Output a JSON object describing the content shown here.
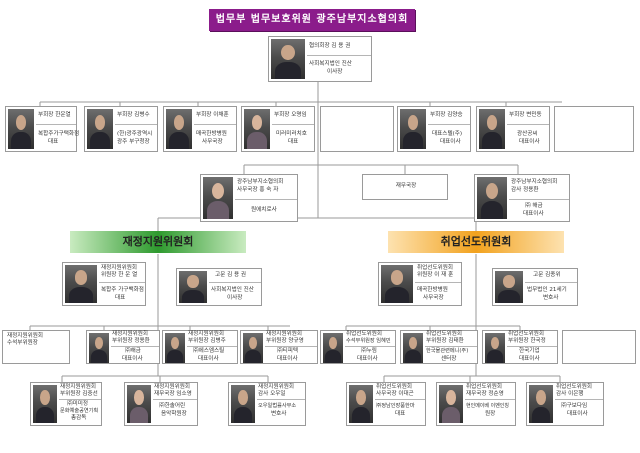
{
  "title": "법무부 법무보호위원 광주남부지소협의회",
  "president": {
    "role": "협의회장 김 용 권",
    "org": "사회복지법인 진산",
    "position": "이사장"
  },
  "vice_presidents": [
    {
      "role": "부회장 한운열",
      "org": "복합주가구택화점",
      "position": "대표"
    },
    {
      "role": "부회장 김병수",
      "org": "(한)광주광역시",
      "position": "광주 부구청장"
    },
    {
      "role": "부회장 이채훈",
      "org": "매곡한방병원",
      "position": "사무국장"
    },
    {
      "role": "부회장 오명임",
      "org": "미러미러치호",
      "position": "대표"
    },
    {
      "role": "부회장 김양승",
      "org": "대표스텔(주)",
      "position": "대표이사"
    },
    {
      "role": "부회장 변민동",
      "org": "광산공씨",
      "position": "대표이사"
    }
  ],
  "secretariat": {
    "head": "광주남부지소협의회",
    "role": "사무국장 홍 숙 자",
    "org": "원에치로사"
  },
  "office": {
    "label": "재무국장"
  },
  "auditor": {
    "head": "광주남부지소협의회",
    "role": "감사 정용환",
    "org": "㈜ 해금",
    "position": "대표이사"
  },
  "committees": {
    "finance": {
      "name": "재정지원위원회",
      "color": "#2e9a2e"
    },
    "employment": {
      "name": "취업선도위원회",
      "color": "#f2a21e"
    }
  },
  "finance_chair": {
    "head": "재정지원위원회",
    "role": "위원장 한 운 열",
    "org": "복합주 가구백화점",
    "position": "대표"
  },
  "finance_advisor": {
    "role": "고문 김 용 권",
    "org": "사회복지법인 진산",
    "position": "이사장"
  },
  "finance_vice": [
    {
      "head": "재정지원위원회",
      "role": "수석부위원장"
    },
    {
      "head": "재정지원위원회",
      "role": "부위원장 정용환",
      "org": "㈜해금",
      "position": "대표이사"
    },
    {
      "head": "재정지원위원회",
      "role": "부위원장 김병주",
      "org": "㈜에스엠스틸",
      "position": "대표이사"
    },
    {
      "head": "재정지원위원회",
      "role": "부위원장 양규영",
      "org": "㈜티피텍",
      "position": "대표이사"
    }
  ],
  "finance_members": [
    {
      "head": "재정지원위원회",
      "role": "부위원장 김중선",
      "org": "㈜미미정",
      "position": "문화예술공연기획",
      "extra": "총감독"
    },
    {
      "head": "재정지원위원회",
      "role": "재무국장 임소영",
      "org": "㈜한솔어린",
      "position": "음악학원장"
    },
    {
      "head": "재정지원위원회",
      "role": "감사 오우일",
      "org": "오우일법률사무소",
      "position": "변호사"
    }
  ],
  "employment_chair": {
    "head": "취업선도위원회",
    "role": "위원장 이 재 훈",
    "org": "매곡한방병원",
    "position": "사무국장"
  },
  "employment_advisor": {
    "role": "고문 김종위",
    "org": "법무법인 21세기",
    "position": "변호사"
  },
  "employment_vice": [
    {
      "head": "취업선도위원회",
      "role": "수석부위원장 임혜민",
      "org": "㈜누림",
      "position": "대표이사"
    },
    {
      "head": "취업선도위원회",
      "role": "부위원장 김태환",
      "org": "한국물관련메니(주)",
      "position": "센터장"
    },
    {
      "head": "취업선도위원회",
      "role": "부위원장 한국정",
      "org": "한국기업",
      "position": "대표이사"
    }
  ],
  "employment_members": [
    {
      "head": "취업선도위원회",
      "role": "사무국장 이대곤",
      "org": "㈜정남인장품한마",
      "position": "대표"
    },
    {
      "head": "취업선도위원회",
      "role": "재무국장 정순영",
      "org": "현인메이베 이벤인칭",
      "position": "원장"
    },
    {
      "head": "취업선도위원회",
      "role": "감사 이은행",
      "org": "㈜구보다임",
      "position": "대표이사"
    }
  ]
}
